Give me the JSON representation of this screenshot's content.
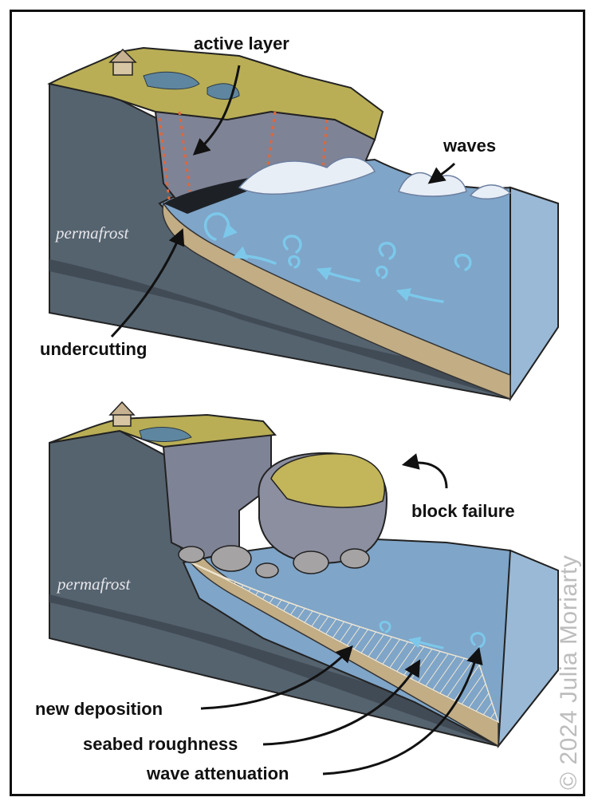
{
  "labels": {
    "active_layer": "active layer",
    "waves": "waves",
    "permafrost_top": "permafrost",
    "undercutting": "undercutting",
    "block_failure": "block failure",
    "permafrost_bottom": "permafrost",
    "new_deposition": "new deposition",
    "seabed_roughness": "seabed roughness",
    "wave_attenuation": "wave attenuation"
  },
  "credit": "© 2024 Julia Moriarty",
  "colors": {
    "tundra": "#b9ae55",
    "cliff": "#7f8396",
    "water": "#7fa5c8",
    "sediment": "#c2ad85",
    "permafrost_block": "#55636f",
    "arrow_blue": "#7cc8ea",
    "ink": "#111111"
  }
}
